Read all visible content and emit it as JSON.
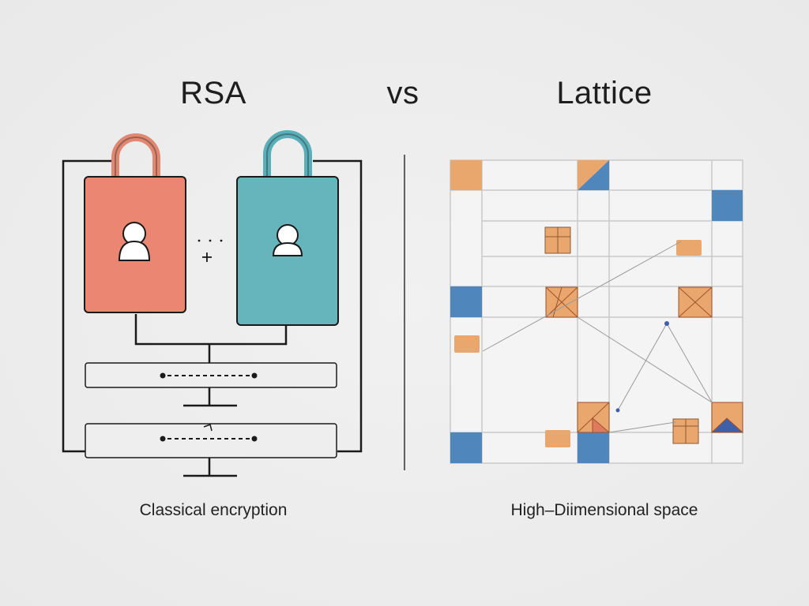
{
  "headings": {
    "left": "RSA",
    "middle": "vs",
    "right": "Lattice"
  },
  "captions": {
    "left": "Classical encryption",
    "right": "High–Diimensional space"
  },
  "colors": {
    "background": "#ececec",
    "lock_left": "#ea8672",
    "lock_right": "#66b5bd",
    "lattice_orange": "#e9a76e",
    "lattice_blue": "#4f87bd",
    "line": "#1a1a1a",
    "grid_line": "#c9c9c9"
  },
  "icons": {
    "lock_left": "padlock-user-icon",
    "lock_right": "padlock-user-icon",
    "combine": "plus-icon"
  }
}
